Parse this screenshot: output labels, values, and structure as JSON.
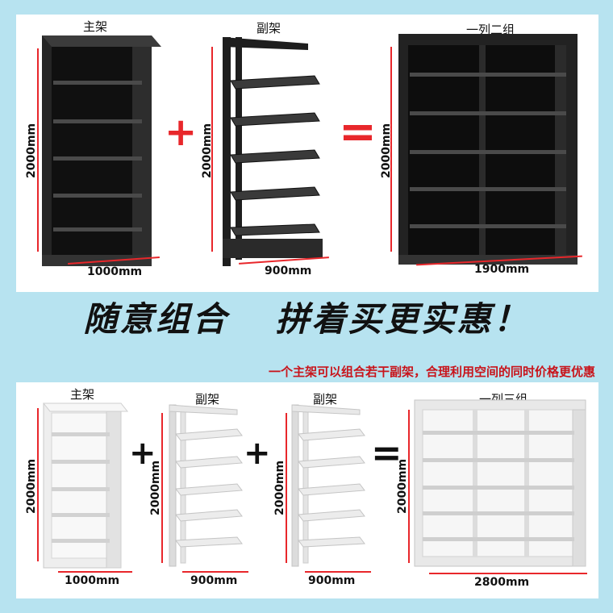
{
  "top": {
    "main_label": "主架",
    "aux_label": "副架",
    "combo_label": "一列二组",
    "plus": "+",
    "equals": "=",
    "height_dims": [
      "2000mm",
      "2000mm",
      "2000mm"
    ],
    "widths": [
      "1000mm",
      "900mm",
      "1900mm"
    ],
    "colors": {
      "frame": "#2b2b2b",
      "shelf": "#3a3a3a"
    }
  },
  "slogan": {
    "left": "随意组合",
    "right": "拼着买更实惠！"
  },
  "subtitle": "一个主架可以组合若干副架，合理利用空间的同时价格更优惠",
  "bottom": {
    "main_label": "主架",
    "aux1_label": "副架",
    "aux2_label": "副架",
    "combo_label": "一列三组",
    "plus": "+",
    "equals": "=",
    "height_dims": [
      "2000mm",
      "2000mm",
      "2000mm",
      "2000mm"
    ],
    "widths": [
      "1000mm",
      "900mm",
      "900mm",
      "2800mm"
    ],
    "colors": {
      "frame": "#e6e6e6",
      "shelf": "#cfcfcf"
    }
  },
  "accent_red": "#e8272b"
}
